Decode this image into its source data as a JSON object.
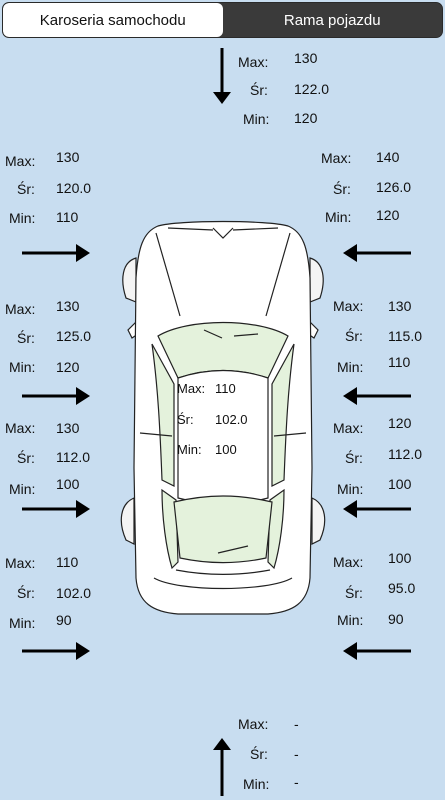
{
  "tabs": [
    {
      "label": "Karoseria samochodu",
      "active": true
    },
    {
      "label": "Rama pojazdu",
      "active": false
    }
  ],
  "labels": {
    "max": "Max:",
    "avg": "Śr:",
    "min": "Min:"
  },
  "measurements": {
    "top": {
      "max": "130",
      "avg": "122.0",
      "min": "120"
    },
    "left_front": {
      "max": "130",
      "avg": "120.0",
      "min": "110"
    },
    "right_front": {
      "max": "140",
      "avg": "126.0",
      "min": "120"
    },
    "left_mid1": {
      "max": "130",
      "avg": "125.0",
      "min": "120"
    },
    "right_mid1": {
      "max": "130",
      "avg": "115.0",
      "min": "110"
    },
    "center": {
      "max": "110",
      "avg": "102.0",
      "min": "100"
    },
    "left_mid2": {
      "max": "130",
      "avg": "112.0",
      "min": "100"
    },
    "right_mid2": {
      "max": "120",
      "avg": "112.0",
      "min": "100"
    },
    "left_rear": {
      "max": "110",
      "avg": "102.0",
      "min": "90"
    },
    "right_rear": {
      "max": "100",
      "avg": "95.0",
      "min": "90"
    },
    "bottom": {
      "max": "-",
      "avg": "-",
      "min": "-"
    }
  },
  "colors": {
    "background": "#c8ddf0",
    "glass": "#e4f2dc",
    "arrow": "#000000"
  }
}
